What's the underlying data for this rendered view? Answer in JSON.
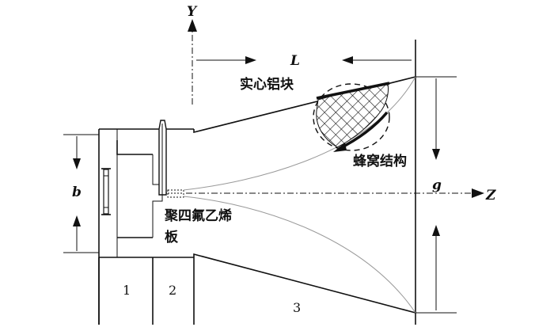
{
  "axes": {
    "y_label": "Y",
    "z_label": "Z"
  },
  "dimensions": {
    "length_label": "L",
    "aperture_label": "g",
    "slot_label": "b"
  },
  "labels": {
    "aluminum_block": "实心铝块",
    "honeycomb": "蜂窝结构",
    "ptfe_line1": "聚四氟乙烯",
    "ptfe_line2": "板"
  },
  "sections": [
    "1",
    "2",
    "3"
  ],
  "colors": {
    "line": "#111111",
    "curve": "#9a9a9a",
    "background": "#ffffff"
  }
}
